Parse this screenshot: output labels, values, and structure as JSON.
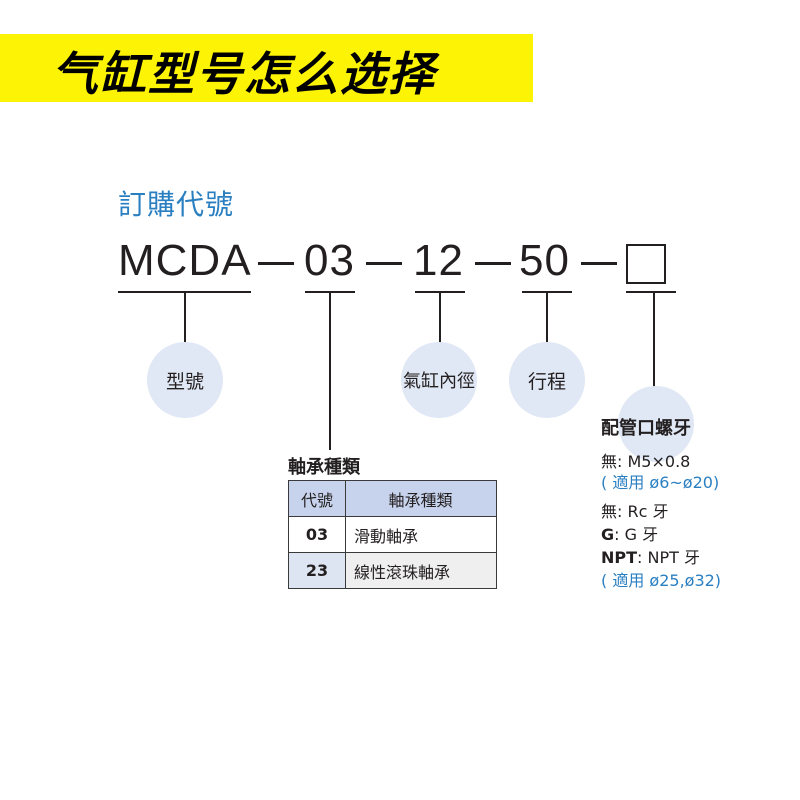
{
  "banner": {
    "title": "气缸型号怎么选择",
    "background": "#fcf404"
  },
  "order": {
    "title": "訂購代號",
    "title_color": "#2a7fc1",
    "code_parts": [
      "MCDA",
      "03",
      "12",
      "50"
    ],
    "placeholder_box": "□"
  },
  "labels": {
    "model": "型號",
    "bore": "氣缸內徑",
    "stroke": "行程",
    "port_thread": "配管口螺牙",
    "bearing_type": "軸承種類"
  },
  "bearing_table": {
    "headers": [
      "代號",
      "軸承種類"
    ],
    "rows": [
      {
        "code": "03",
        "type": "滑動軸承"
      },
      {
        "code": "23",
        "type": "線性滾珠軸承"
      }
    ]
  },
  "port_thread": {
    "line1_key": "無",
    "line1_val": ": M5×0.8",
    "line2": "( 適用 ø6~ø20)",
    "line3_key": "無",
    "line3_val": ": Rc 牙",
    "line4_key": "G",
    "line4_val": ": G 牙",
    "line5_key": "NPT",
    "line5_val": ": NPT 牙",
    "line6": "( 適用 ø25,ø32)"
  },
  "colors": {
    "bubble": "#e0e8f5",
    "table_header": "#c7d3ec",
    "accent_blue": "#2a7fc1"
  }
}
